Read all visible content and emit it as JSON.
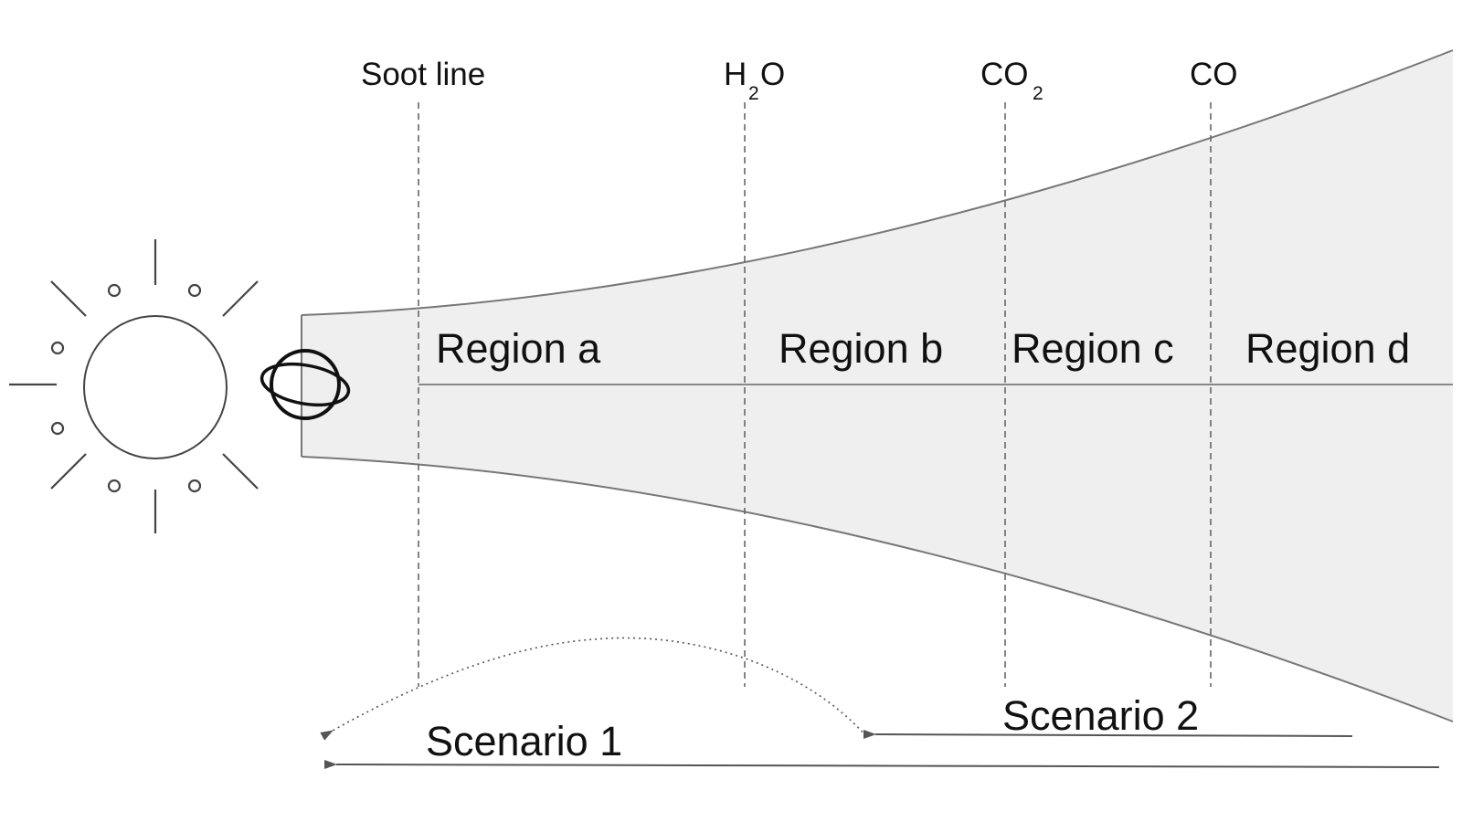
{
  "lines": {
    "soot": "Soot line",
    "h2o": {
      "main_a": "H",
      "sub": "2",
      "main_b": "O"
    },
    "co2": {
      "main": "CO",
      "sub": "2"
    },
    "co": "CO"
  },
  "regions": [
    "Region a",
    "Region b",
    "Region c",
    "Region d"
  ],
  "scenarios": {
    "scenario1": "Scenario 1",
    "scenario2": "Scenario 2"
  },
  "colors": {
    "disk_fill": "#efefef",
    "disk_stroke": "#777777",
    "ink": "#111111",
    "star_stroke": "#444444",
    "dashed": "#666666"
  },
  "icons": {
    "star": "sun-icon",
    "planet": "ringed-planet-icon"
  }
}
